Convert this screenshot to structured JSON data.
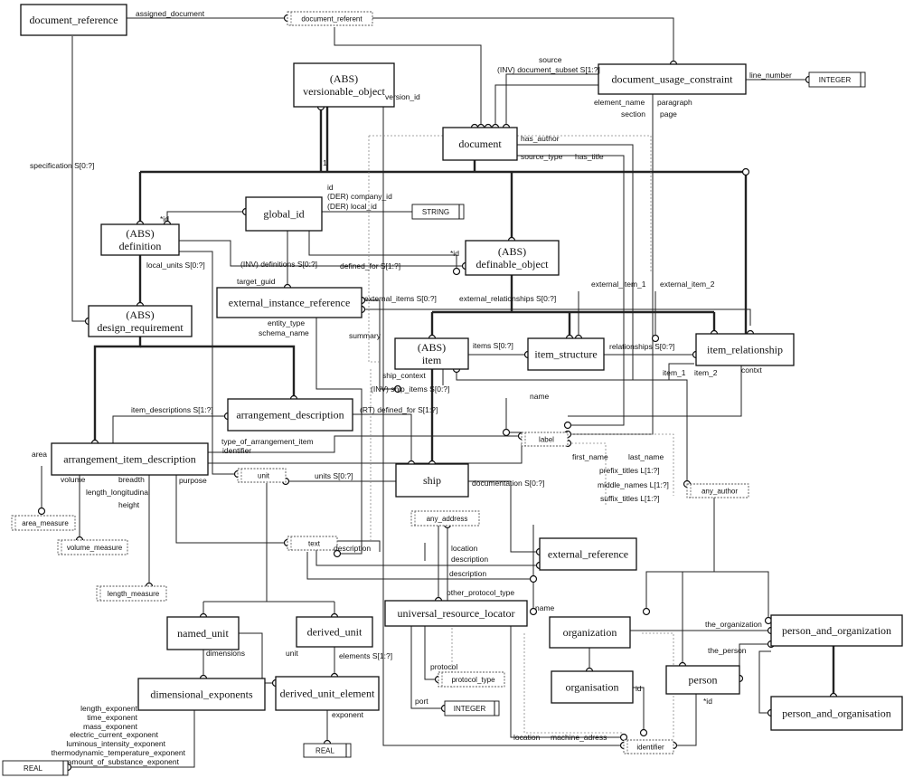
{
  "entities": {
    "document_reference": "document_reference",
    "document_referent": "document_referent",
    "document_usage_constraint": "document_usage_constraint",
    "integer_1": "INTEGER",
    "versionable_object_abs": "(ABS)",
    "versionable_object": "versionable_object",
    "document": "document",
    "global_id": "global_id",
    "string": "STRING",
    "definition_abs": "(ABS)",
    "definition": "definition",
    "definable_object_abs": "(ABS)",
    "definable_object": "definable_object",
    "design_requirement_abs": "(ABS)",
    "design_requirement": "design_requirement",
    "external_instance_reference": "external_instance_reference",
    "item_abs": "(ABS)",
    "item": "item",
    "item_structure": "item_structure",
    "item_relationship": "item_relationship",
    "arrangement_description": "arrangement_description",
    "label": "label",
    "arrangement_item_description": "arrangement_item_description",
    "unit": "unit",
    "ship": "ship",
    "any_author": "any_author",
    "area_measure": "area_measure",
    "volume_measure": "volume_measure",
    "length_measure": "length_measure",
    "any_address": "any_address",
    "text": "text",
    "external_reference": "external_reference",
    "universal_resource_locator": "universal_resource_locator",
    "named_unit": "named_unit",
    "derived_unit": "derived_unit",
    "organization": "organization",
    "person_and_organization": "person_and_organization",
    "protocol_type": "protocol_type",
    "organisation": "organisation",
    "person": "person",
    "dimensional_exponents": "dimensional_exponents",
    "derived_unit_element": "derived_unit_element",
    "integer_2": "INTEGER",
    "person_and_organisation": "person_and_organisation",
    "real_1": "REAL",
    "real_2": "REAL",
    "identifier": "identifier"
  },
  "labels": {
    "assigned_document": "assigned_document",
    "source": "source",
    "inv_document_subset": "(INV) document_subset  S[1:?]",
    "line_number": "line_number",
    "version_id": "version_id",
    "element_name": "element_name",
    "paragraph": "paragraph",
    "section": "section",
    "page": "page",
    "has_author": "has_author",
    "source_type": "source_type",
    "has_title": "has_title",
    "specification": "specification  S[0:?]",
    "one": "1",
    "id_gid": "id",
    "der_company_id": "(DER) company_id",
    "der_local_id": "(DER) local_id",
    "star_id_def": "*id",
    "star_id_defobj": "*id",
    "inv_definitions": "(INV) definitions  S[0:?]",
    "defined_for": "defined_for  S[1:?]",
    "local_units": "local_units  S[0:?]",
    "target_guid": "target_guid",
    "external_item_1": "external_item_1",
    "external_item_2": "external_item_2",
    "external_items": "external_items  S[0:?]",
    "external_relationships": "external_relationships  S[0:?]",
    "entity_type": "entity_type",
    "schema_name": "schema_name",
    "summary": "summary",
    "items": "items  S[0:?]",
    "relationships": "relationships  S[0:?]",
    "item_1": "item_1",
    "item_2": "item_2",
    "contxt": "contxt",
    "ship_context": "ship_context",
    "inv_ship_items": "(INV) ship_items  S[0:?]",
    "name_label": "name",
    "item_descriptions": "item_descriptions  S[1:?]",
    "rt_defined_for": "(RT) defined_for  S[1:?]",
    "type_of_arrangement_item": "type_of_arrangement_item",
    "identifier_lbl": "identifier",
    "first_name": "first_name",
    "last_name": "last_name",
    "prefix_titles": "prefix_titles  L[1:?]",
    "middle_names": "middle_names  L[1:?]",
    "suffix_titles": "suffix_titles  L[1:?]",
    "area": "area",
    "volume": "volume",
    "breadth": "breadth",
    "length_longitudinal": "length_longitudinal",
    "height": "height",
    "purpose": "purpose",
    "units": "units  S[0:?]",
    "documentation": "documentation  S[0:?]",
    "location_1": "location",
    "description_ext": "description",
    "description_text": "description",
    "description_url": "description",
    "other_protocol_type": "other_protocol_type",
    "name_org": "name",
    "the_organization": "the_organization",
    "the_person": "the_person",
    "dimensions": "dimensions",
    "unit_lbl": "unit",
    "elements": "elements  S[1:?]",
    "protocol": "protocol",
    "port": "port",
    "id_org": "id",
    "star_id_person": "*id",
    "exponent": "exponent",
    "length_exponent": "length_exponent",
    "time_exponent": "time_exponent",
    "mass_exponent": "mass_exponent",
    "electric_current_exponent": "electric_current_exponent",
    "luminous_intensity_exponent": "luminous_intensity_exponent",
    "thermodynamic_temperature_exponent": "thermodynamic_temperature_exponent",
    "amount_of_substance_exponent": "amount_of_substance_exponent",
    "location_2": "location",
    "machine_adress": "machine_adress"
  }
}
